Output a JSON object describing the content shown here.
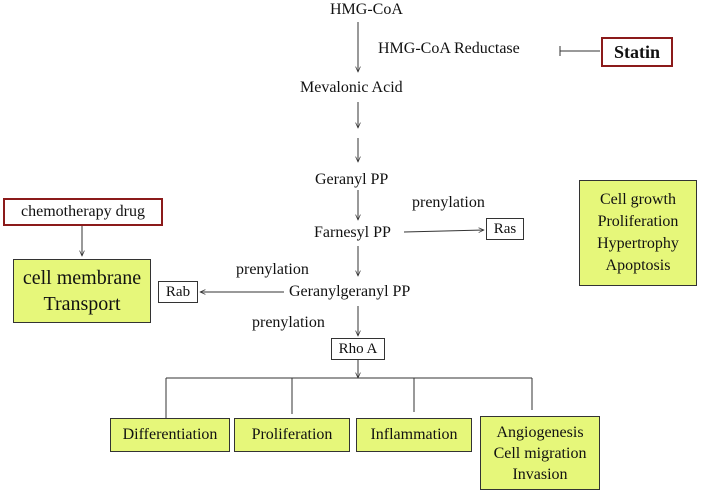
{
  "pathway": {
    "hmg_coa": "HMG-CoA",
    "hmg_coa_reductase": "HMG-CoA Reductase",
    "statin": "Statin",
    "mevalonic_acid": "Mevalonic Acid",
    "geranyl_pp": "Geranyl PP",
    "farnesyl_pp": "Farnesyl PP",
    "geranylgeranyl_pp": "Geranylgeranyl PP",
    "ras": "Ras",
    "rab": "Rab",
    "rho_a": "Rho A",
    "prenylation_ras": "prenylation",
    "prenylation_rab": "prenylation",
    "prenylation_rho": "prenylation"
  },
  "drug": {
    "chemotherapy": "chemotherapy drug",
    "membrane_line1": "cell membrane",
    "membrane_line2": "Transport"
  },
  "effects_box": {
    "lines": [
      "Cell growth",
      "Proliferation",
      "Hypertrophy",
      "Apoptosis"
    ]
  },
  "outcomes": {
    "differentiation": "Differentiation",
    "proliferation": "Proliferation",
    "inflammation": "Inflammation",
    "angiogenesis_lines": [
      "Angiogenesis",
      "Cell migration",
      "Invasion"
    ]
  },
  "colors": {
    "green_fill": "#e6f77a",
    "red_border": "#8b1a1a",
    "line": "#333333"
  }
}
